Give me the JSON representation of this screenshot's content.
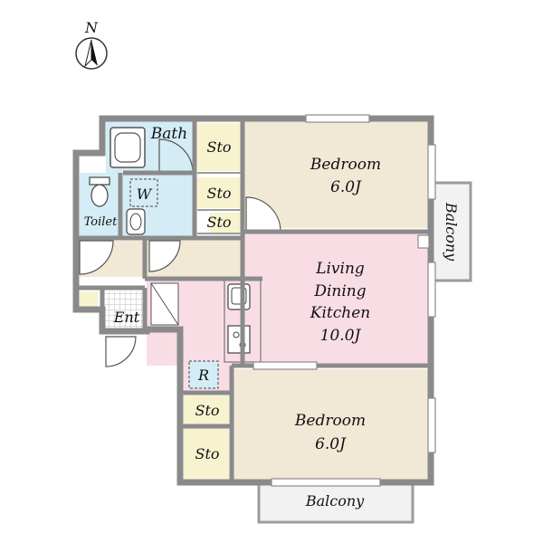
{
  "compass": {
    "north_label": "N",
    "icon": "north-arrow-icon"
  },
  "rooms": {
    "bath": "Bath",
    "toilet": "Toilet",
    "washroom": "W",
    "entrance": "Ent",
    "refrigerator": "R",
    "storage_1": "Sto",
    "storage_2": "Sto",
    "storage_3": "Sto",
    "storage_4": "Sto",
    "storage_5": "Sto",
    "bedroom_top": {
      "name": "Bedroom",
      "size": "6.0J"
    },
    "bedroom_bottom": {
      "name": "Bedroom",
      "size": "6.0J"
    },
    "ldk": {
      "line1": "Living",
      "line2": "Dining",
      "line3": "Kitchen",
      "size": "10.0J"
    },
    "balcony_right": "Balcony",
    "balcony_bottom": "Balcony"
  },
  "colors": {
    "bedroom": "#f2e8d6",
    "ldk": "#f9dde5",
    "wet_area": "#d4ecf5",
    "storage": "#f8f3cf",
    "hall": "#f2e8d6",
    "wall": "#8a8a8a",
    "balcony": "#f2f2f2"
  }
}
